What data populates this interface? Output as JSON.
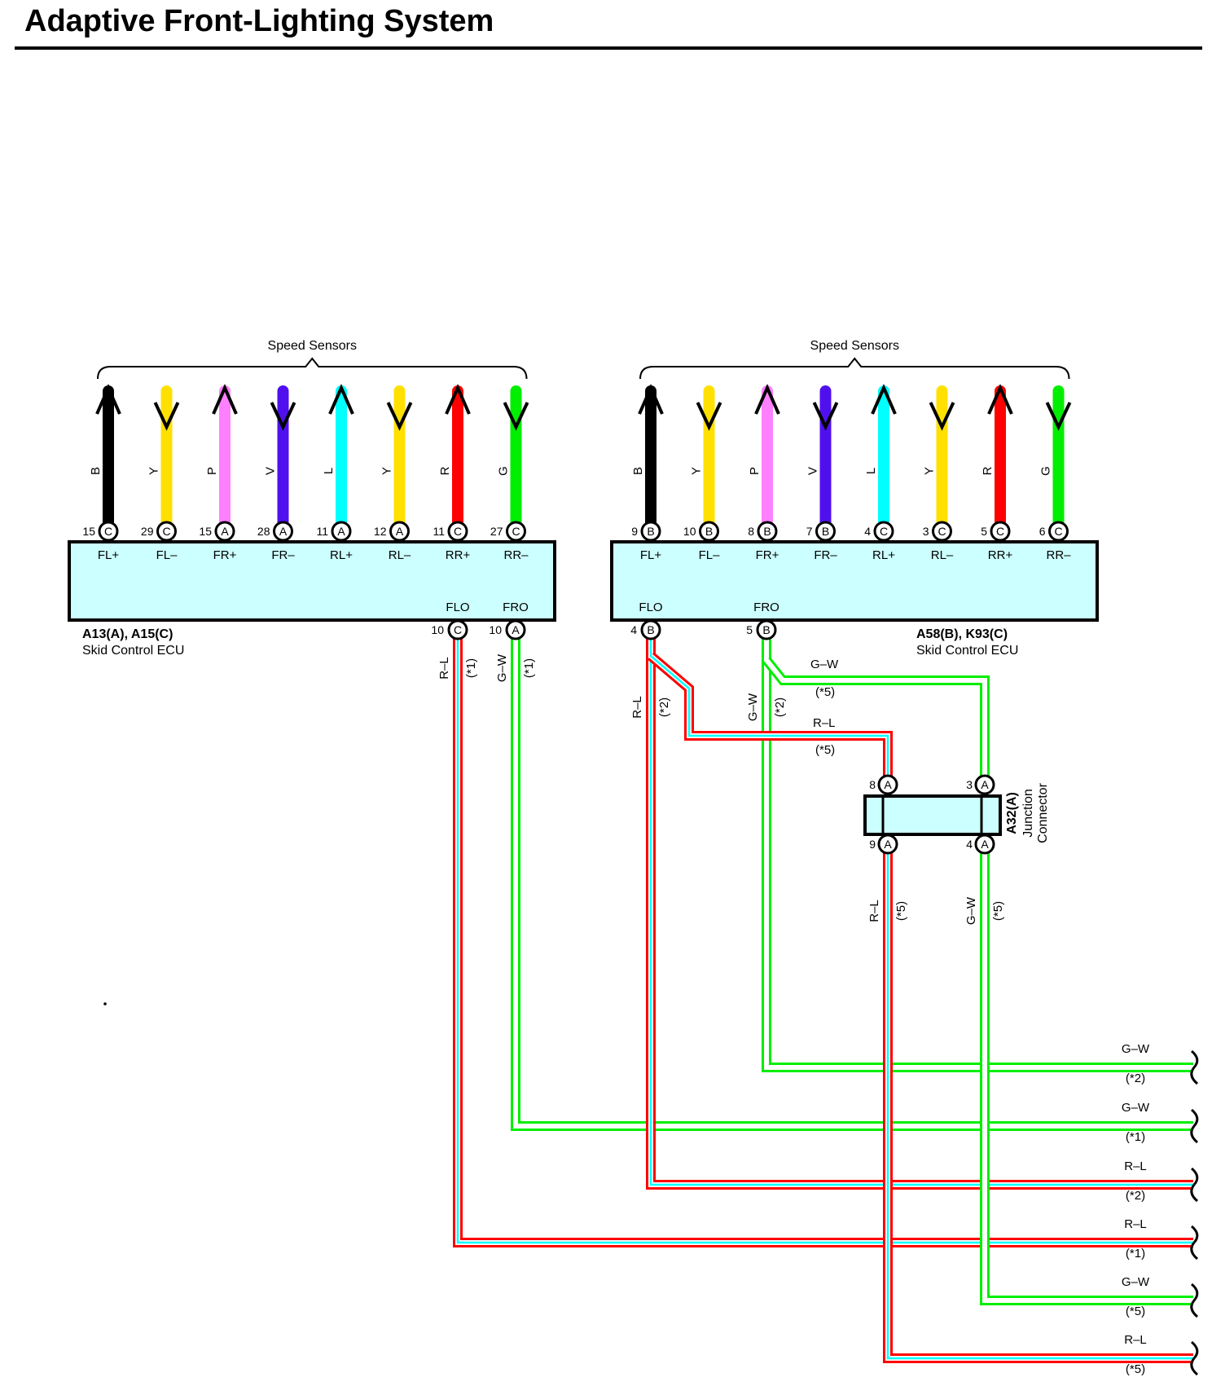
{
  "title": "Adaptive Front-Lighting System",
  "colors": {
    "B": "#000000",
    "Y": "#ffe000",
    "P": "#ff80ff",
    "V": "#5010ee",
    "L": "#00ffff",
    "R": "#ff0000",
    "G": "#00ee00",
    "W": "#ffffff",
    "ecu_fill": "#ccffff"
  },
  "left_ecu": {
    "group_label": "Speed Sensors",
    "name": "A13(A), A15(C)",
    "desc": "Skid Control ECU",
    "terminals": [
      {
        "pin": "15",
        "conn": "C",
        "label": "FL+",
        "wire": "B",
        "dir": "in"
      },
      {
        "pin": "29",
        "conn": "C",
        "label": "FL–",
        "wire": "Y",
        "dir": "out"
      },
      {
        "pin": "15",
        "conn": "A",
        "label": "FR+",
        "wire": "P",
        "dir": "in"
      },
      {
        "pin": "28",
        "conn": "A",
        "label": "FR–",
        "wire": "V",
        "dir": "out"
      },
      {
        "pin": "11",
        "conn": "A",
        "label": "RL+",
        "wire": "L",
        "dir": "in"
      },
      {
        "pin": "12",
        "conn": "A",
        "label": "RL–",
        "wire": "Y",
        "dir": "out"
      },
      {
        "pin": "11",
        "conn": "C",
        "label": "RR+",
        "wire": "R",
        "dir": "in"
      },
      {
        "pin": "27",
        "conn": "C",
        "label": "RR–",
        "wire": "G",
        "dir": "out"
      }
    ],
    "outputs": [
      {
        "label": "FLO",
        "pin": "10",
        "conn": "C",
        "wire": "R–L",
        "note": "(*1)"
      },
      {
        "label": "FRO",
        "pin": "10",
        "conn": "A",
        "wire": "G–W",
        "note": "(*1)"
      }
    ]
  },
  "right_ecu": {
    "group_label": "Speed Sensors",
    "name": "A58(B), K93(C)",
    "desc": "Skid Control ECU",
    "terminals": [
      {
        "pin": "9",
        "conn": "B",
        "label": "FL+",
        "wire": "B",
        "dir": "in"
      },
      {
        "pin": "10",
        "conn": "B",
        "label": "FL–",
        "wire": "Y",
        "dir": "out"
      },
      {
        "pin": "8",
        "conn": "B",
        "label": "FR+",
        "wire": "P",
        "dir": "in"
      },
      {
        "pin": "7",
        "conn": "B",
        "label": "FR–",
        "wire": "V",
        "dir": "out"
      },
      {
        "pin": "4",
        "conn": "C",
        "label": "RL+",
        "wire": "L",
        "dir": "in"
      },
      {
        "pin": "3",
        "conn": "C",
        "label": "RL–",
        "wire": "Y",
        "dir": "out"
      },
      {
        "pin": "5",
        "conn": "C",
        "label": "RR+",
        "wire": "R",
        "dir": "in"
      },
      {
        "pin": "6",
        "conn": "C",
        "label": "RR–",
        "wire": "G",
        "dir": "out"
      }
    ],
    "outputs": [
      {
        "label": "FLO",
        "pin": "4",
        "conn": "B",
        "wire": "R–L",
        "note": "(*2)"
      },
      {
        "label": "FRO",
        "pin": "5",
        "conn": "B",
        "wire": "G–W",
        "note": "(*2)"
      }
    ],
    "branch_labels": [
      {
        "wire": "G–W",
        "note": "(*5)"
      },
      {
        "wire": "R–L",
        "note": "(*5)"
      }
    ]
  },
  "junction": {
    "name": "A32(A)",
    "desc1": "Junction",
    "desc2": "Connector",
    "top_pins": [
      {
        "pin": "8",
        "conn": "A"
      },
      {
        "pin": "3",
        "conn": "A"
      }
    ],
    "bottom_pins": [
      {
        "pin": "9",
        "conn": "A"
      },
      {
        "pin": "4",
        "conn": "A"
      }
    ],
    "outputs": [
      {
        "wire": "R–L",
        "note": "(*5)"
      },
      {
        "wire": "G–W",
        "note": "(*5)"
      }
    ]
  },
  "right_exits": [
    {
      "wire": "G–W",
      "note": "(*2)"
    },
    {
      "wire": "G–W",
      "note": "(*1)"
    },
    {
      "wire": "R–L",
      "note": "(*2)"
    },
    {
      "wire": "R–L",
      "note": "(*1)"
    },
    {
      "wire": "G–W",
      "note": "(*5)"
    },
    {
      "wire": "R–L",
      "note": "(*5)"
    }
  ]
}
